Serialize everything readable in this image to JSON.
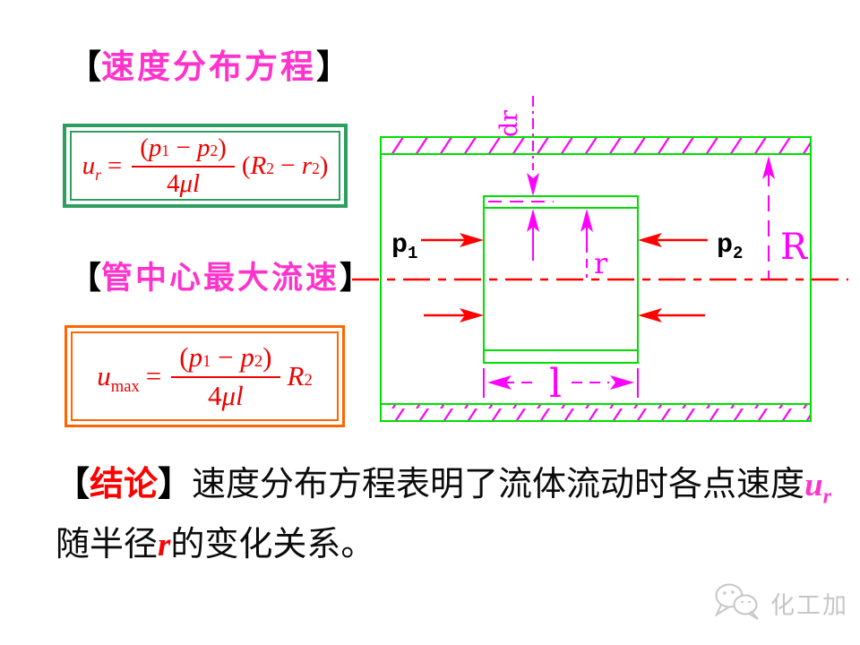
{
  "colors": {
    "title_magenta": "#ff33cc",
    "formula_red": "#ee0000",
    "velocity_box_border": "#2e9e60",
    "max_box_border": "#ff6600",
    "pipe_green": "#00e000",
    "dimension_magenta": "#ff00ff",
    "pressure_red": "#ff0000",
    "watermark_gray": "#c6c6c6"
  },
  "titles": {
    "velocity": {
      "open": "【",
      "text": "速度分布方程",
      "close": "】"
    },
    "max": {
      "open": "【",
      "text": "管中心最大流速",
      "close": "】"
    }
  },
  "formulas": {
    "velocity": {
      "lhs_base": "u",
      "lhs_sub": "r",
      "equals": "=",
      "num_open": "(",
      "p1_base": "p",
      "p1_sub": "1",
      "minus": "−",
      "p2_base": "p",
      "p2_sub": "2",
      "num_close": ")",
      "den_coef": "4",
      "den_mu": "μ",
      "den_var": "l",
      "fac_open": "(",
      "fac_R": "R",
      "fac_R_sup": "2",
      "fac_minus": "−",
      "fac_r": "r",
      "fac_r_sup": "2",
      "fac_close": ")"
    },
    "max": {
      "lhs_base": "u",
      "lhs_sub": "max",
      "equals": "=",
      "num_open": "(",
      "p1_base": "p",
      "p1_sub": "1",
      "minus": "−",
      "p2_base": "p",
      "p2_sub": "2",
      "num_close": ")",
      "den_coef": "4",
      "den_mu": "μ",
      "den_var": "l",
      "fac_R": "R",
      "fac_R_sup": "2"
    }
  },
  "diagram": {
    "labels": {
      "p1_base": "p",
      "p1_sub": "1",
      "p2_base": "p",
      "p2_sub": "2",
      "radius_small": "r",
      "radius_large": "R",
      "length": "l",
      "shell_thickness": "dr"
    }
  },
  "conclusion": {
    "open": "【",
    "keyword": "结论",
    "close": "】",
    "line1": "速度分布方程表明了流体流动时各点速度",
    "ur_base": "u",
    "ur_sub": "r",
    "line2_pre": "随半径",
    "line2_var": "r",
    "line2_post": "的变化关系。"
  },
  "watermark": {
    "text": "化工加"
  }
}
